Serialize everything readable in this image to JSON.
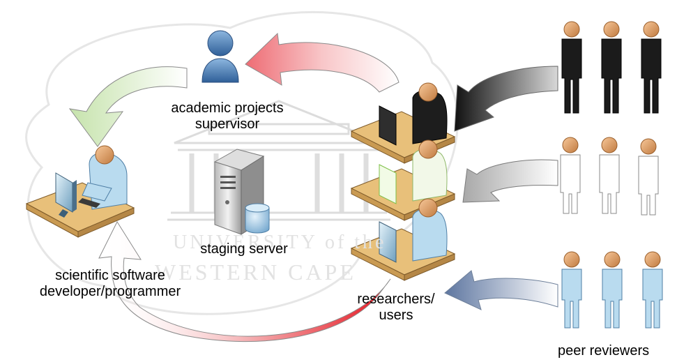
{
  "watermark": {
    "line1": "UNIVERSITY of the",
    "line2": "WESTERN CAPE"
  },
  "labels": {
    "supervisor_line1": "academic projects",
    "supervisor_line2": "supervisor",
    "server": "staging server",
    "developer_line1": "scientific software",
    "developer_line2": "developer/programmer",
    "researchers_line1": "researchers/",
    "researchers_line2": "users",
    "reviewers": "peer reviewers"
  },
  "colors": {
    "black_people": "#1b1b1b",
    "white_people": "#ffffff",
    "blue_people": "#b9dbef",
    "skin": "#f0b07a",
    "desk": "#e9c47e",
    "arrow_red": "#e8202a",
    "arrow_pink": "#f4a0a4",
    "arrow_green": "#cfe8b6",
    "arrow_dark": "#2a2a2a",
    "arrow_steel": "#7f95b5"
  }
}
